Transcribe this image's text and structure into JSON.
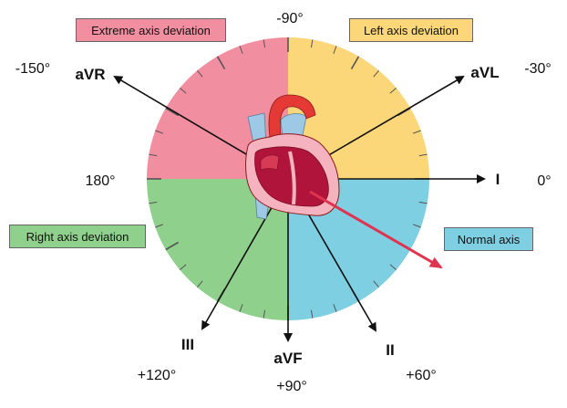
{
  "zones": {
    "extreme": {
      "label": "Extreme axis deviation",
      "color": "#f18fa0"
    },
    "left": {
      "label": "Left axis deviation",
      "color": "#fbd77a"
    },
    "normal": {
      "label": "Normal axis",
      "color": "#7fcfe3"
    },
    "right": {
      "label": "Right axis deviation",
      "color": "#8ed08c"
    }
  },
  "angles": {
    "top": "-90°",
    "upper_left": "-150°",
    "upper_right": "-30°",
    "left": "180°",
    "right": "0°",
    "lower_left": "+120°",
    "bottom": "+90°",
    "lower_right": "+60°"
  },
  "leads": {
    "aVR": "aVR",
    "aVL": "aVL",
    "I": "I",
    "III": "III",
    "aVF": "aVF",
    "II": "II"
  },
  "colors": {
    "axis_arrow": "#e0334f",
    "lead_arrow": "#111111",
    "heart_red": "#c8102e",
    "heart_pink": "#f4b3bf",
    "vessel_blue": "#9ec9e6"
  }
}
